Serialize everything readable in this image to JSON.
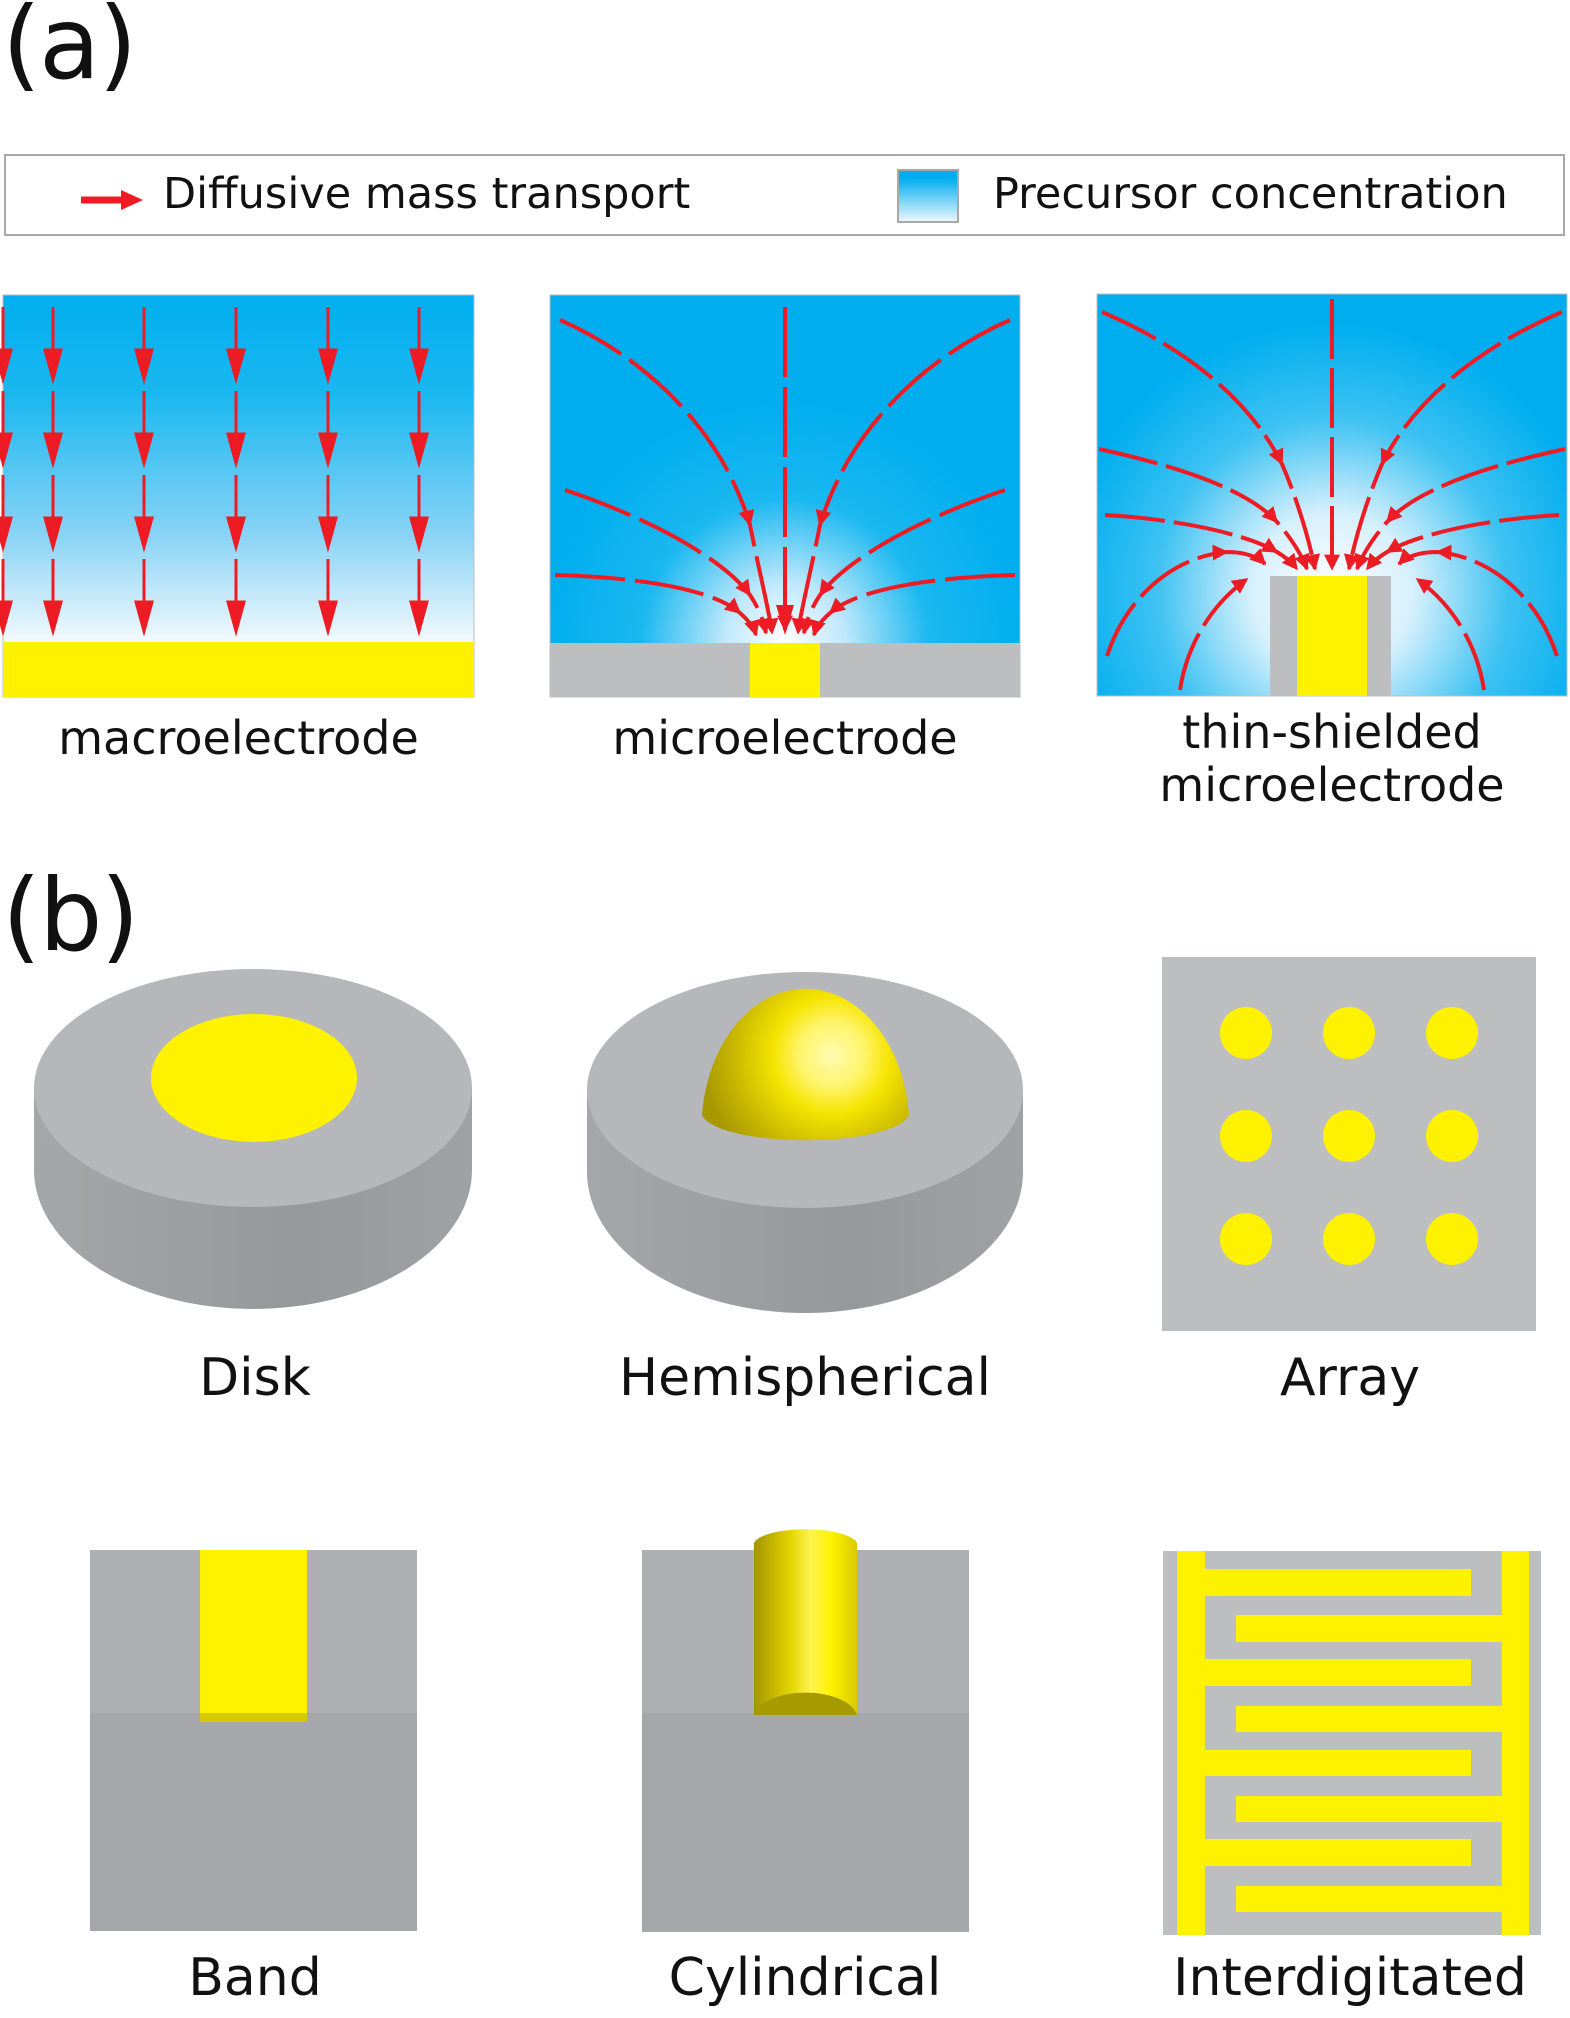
{
  "figure": {
    "panel_a_label": "(a)",
    "panel_b_label": "(b)"
  },
  "legend": {
    "arrow_item": {
      "icon": "red-arrow-icon",
      "label": "Diffusive mass transport",
      "color": "#ed1c24"
    },
    "gradient_item": {
      "icon": "blue-gradient-swatch",
      "label": "Precursor concentration",
      "color_high": "#00aeef",
      "color_low": "#ffffff"
    }
  },
  "panel_a": {
    "electrodes": [
      {
        "id": "macro",
        "caption_lines": [
          "macroelectrode"
        ]
      },
      {
        "id": "micro",
        "caption_lines": [
          "microelectrode"
        ]
      },
      {
        "id": "shielded",
        "caption_lines": [
          "thin-shielded",
          "microelectrode"
        ]
      }
    ]
  },
  "panel_b": {
    "geometries": [
      {
        "id": "disk",
        "caption": "Disk"
      },
      {
        "id": "hemispherical",
        "caption": "Hemispherical"
      },
      {
        "id": "array",
        "caption": "Array",
        "dots_rows": 3,
        "dots_cols": 3
      },
      {
        "id": "band",
        "caption": "Band"
      },
      {
        "id": "cylindrical",
        "caption": "Cylindrical"
      },
      {
        "id": "interdigitated",
        "caption": "Interdigitated"
      }
    ]
  },
  "colors": {
    "electrolyte_blue": "#00aeef",
    "arrow_red": "#ed1c24",
    "electrode_yellow": "#fff200",
    "insulator_gray_light": "#bcbec0",
    "insulator_gray_mid": "#a7a9ac",
    "insulator_gray_dark": "#9d9ea1"
  }
}
